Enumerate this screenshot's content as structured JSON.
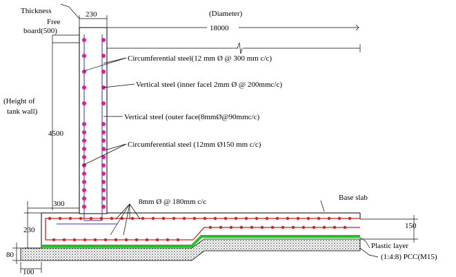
{
  "labels": {
    "thickness": "Thickness",
    "thickness_val": "230",
    "diameter": "(Diameter)",
    "diameter_val": "18000",
    "freeboard_1": "Free",
    "freeboard_2": "board(500)",
    "height_1": "(Height of",
    "height_2": "tank wall)",
    "height_val": "4500",
    "circ_top": "Circumferential steel(12 mm Ø @ 300 mm c/c)",
    "vert_inner": "Vertical steel (inner facel 2mm Ø @ 200mmc/c)",
    "vert_outer": "Vertical steel (outer face(8mmØ@90mmc/c)",
    "circ_bottom": "Circumferential steel (12mm Ø150 mm c/c)",
    "base_bar": "8mm Ø @ 180mm c/c",
    "base_slab": "Base slab",
    "dim_300": "300",
    "dim_230": "230",
    "dim_150": "150",
    "plastic": "Plastic  layer",
    "pcc": "(1:4:8) PCC(M15)",
    "dim_80": "80",
    "dim_100": "100"
  },
  "colors": {
    "bar": "#e8179b",
    "base_bar": "#e01b1b",
    "plastic": "#1fc41f",
    "rebar_line": "#2b2bd6"
  }
}
